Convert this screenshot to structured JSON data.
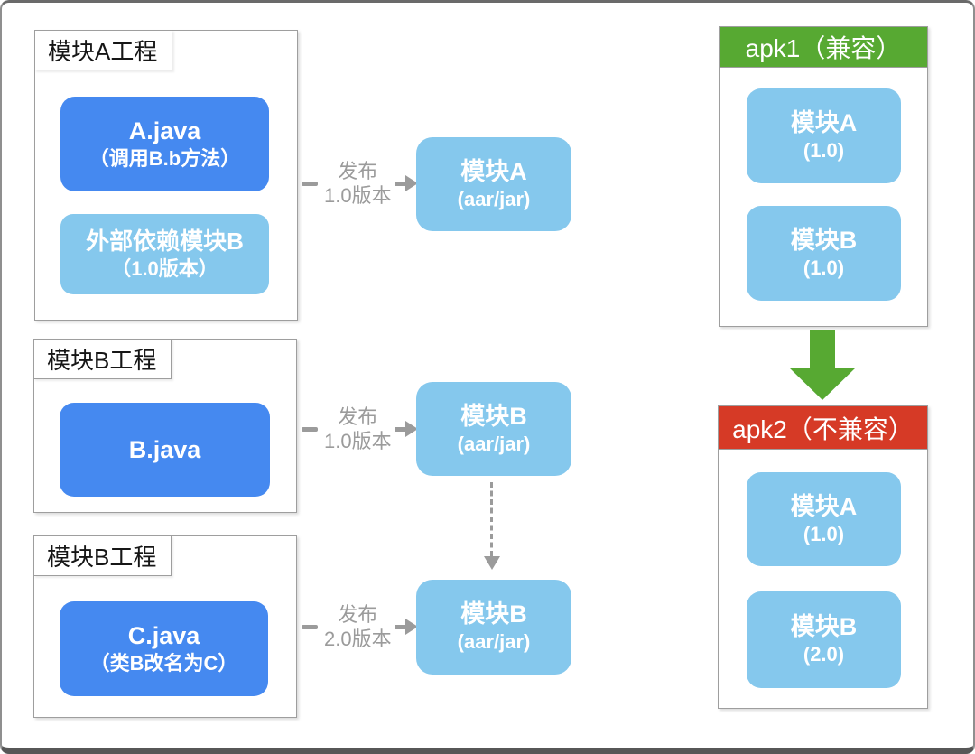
{
  "colors": {
    "blue": "#4589f0",
    "light_blue": "#85c8ed",
    "green": "#57a932",
    "red": "#d63a26",
    "connector_gray": "#9b9b9b",
    "border_gray": "#9e9e9e"
  },
  "projects": [
    {
      "label": "模块A工程",
      "blocks": [
        {
          "title": "A.java",
          "subtitle": "（调用B.b方法）"
        },
        {
          "title": "外部依赖模块B",
          "subtitle": "（1.0版本）"
        }
      ]
    },
    {
      "label": "模块B工程",
      "blocks": [
        {
          "title": "B.java",
          "subtitle": ""
        }
      ]
    },
    {
      "label": "模块B工程",
      "blocks": [
        {
          "title": "C.java",
          "subtitle": "（类B改名为C）"
        }
      ]
    }
  ],
  "publish_labels": [
    {
      "line1": "发布",
      "line2": "1.0版本"
    },
    {
      "line1": "发布",
      "line2": "1.0版本"
    },
    {
      "line1": "发布",
      "line2": "2.0版本"
    }
  ],
  "artifacts": [
    {
      "title": "模块A",
      "subtitle": "(aar/jar)"
    },
    {
      "title": "模块B",
      "subtitle": "(aar/jar)"
    },
    {
      "title": "模块B",
      "subtitle": "(aar/jar)"
    }
  ],
  "apks": [
    {
      "title": "apk1（兼容）",
      "header_color": "#57a932",
      "modules": [
        {
          "title": "模块A",
          "subtitle": "(1.0)"
        },
        {
          "title": "模块B",
          "subtitle": "(1.0)"
        }
      ]
    },
    {
      "title": "apk2（不兼容）",
      "header_color": "#d63a26",
      "modules": [
        {
          "title": "模块A",
          "subtitle": "(1.0)"
        },
        {
          "title": "模块B",
          "subtitle": "(2.0)"
        }
      ]
    }
  ]
}
